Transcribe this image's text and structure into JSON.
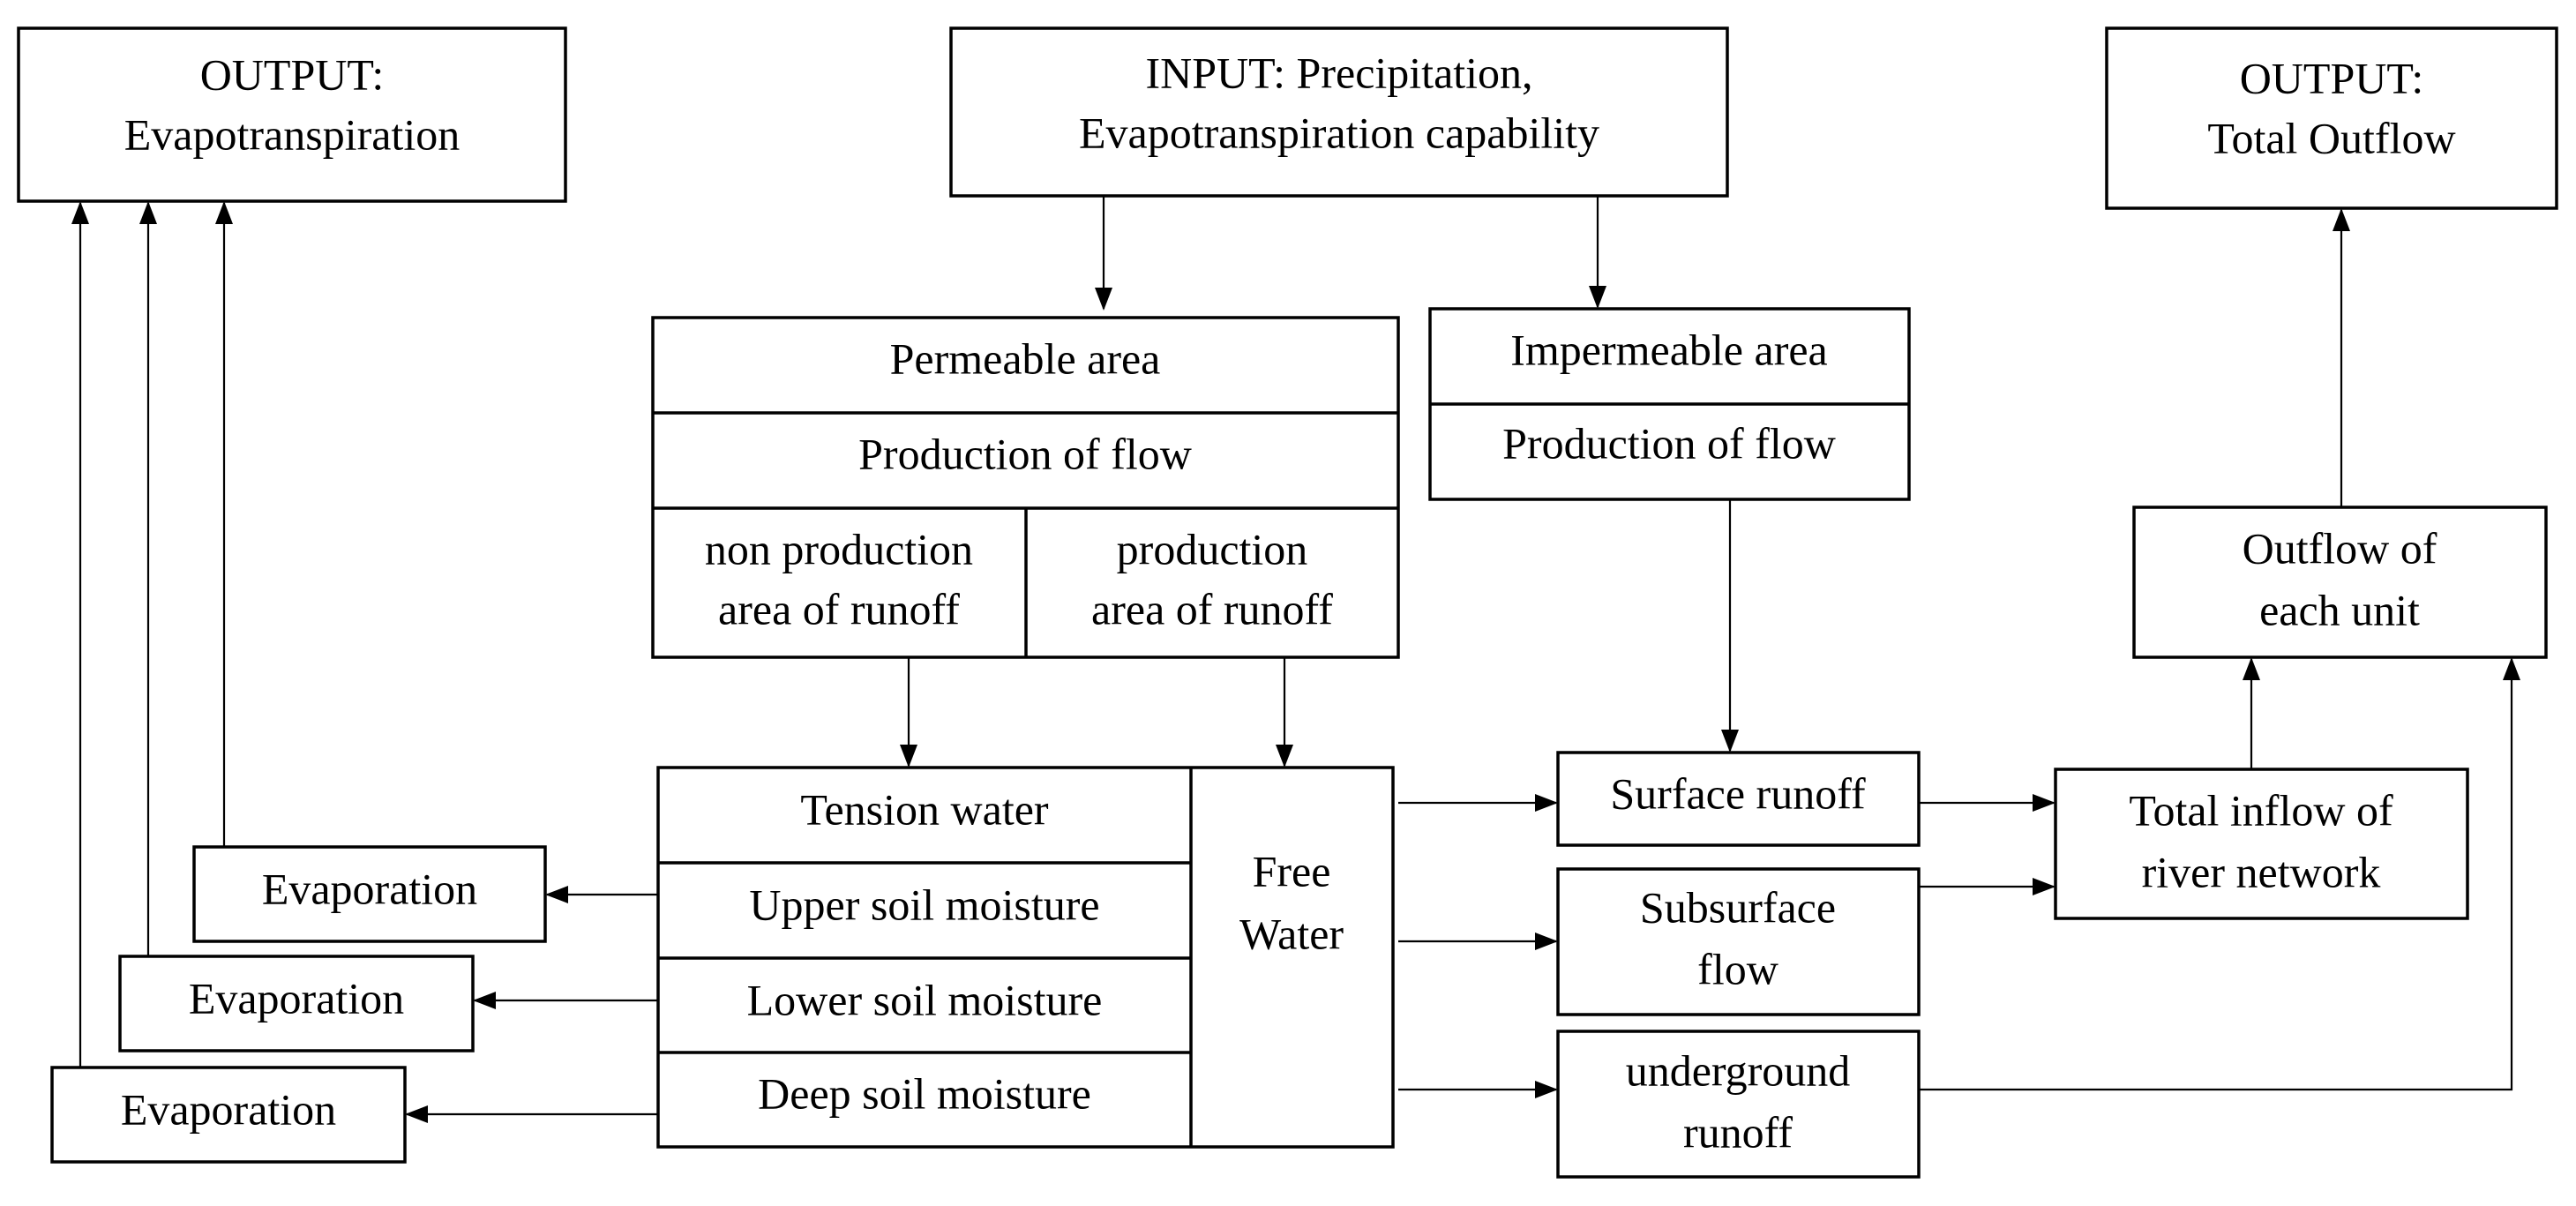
{
  "labels": {
    "output_evap_l1": "OUTPUT:",
    "output_evap_l2": "Evapotranspiration",
    "input_l1": "INPUT:  Precipitation,",
    "input_l2": "Evapotranspiration capability",
    "output_total_l1": "OUTPUT:",
    "output_total_l2": "Total Outflow",
    "permeable_area": "Permeable area",
    "permeable_production": "Production of flow",
    "nonprod_l1": "non production",
    "nonprod_l2": "area of runoff",
    "prod_l1": "production",
    "prod_l2": "area of runoff",
    "impermeable_area": "Impermeable area",
    "impermeable_production": "Production of flow",
    "tension_water": "Tension water",
    "upper_soil": "Upper soil moisture",
    "lower_soil": "Lower soil moisture",
    "deep_soil": "Deep soil moisture",
    "free_water_l1": "Free",
    "free_water_l2": "Water",
    "evap_1": "Evaporation",
    "evap_2": "Evaporation",
    "evap_3": "Evaporation",
    "surface_runoff": "Surface runoff",
    "subsurface_l1": "Subsurface",
    "subsurface_l2": "flow",
    "underground_l1": "underground",
    "underground_l2": "runoff",
    "total_inflow_l1": "Total inflow of",
    "total_inflow_l2": "river network",
    "outflow_unit_l1": "Outflow of",
    "outflow_unit_l2": "each unit"
  }
}
